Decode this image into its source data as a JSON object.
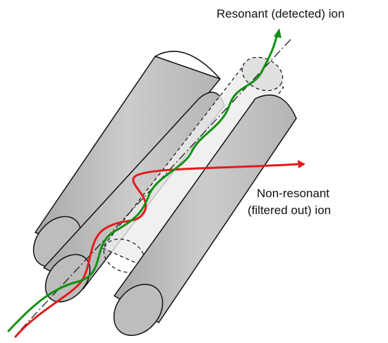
{
  "labels": {
    "resonant_ion": "Resonant (detected) ion",
    "non_resonant_line1": "Non-resonant",
    "non_resonant_line2": "(filtered out) ion"
  },
  "colors": {
    "rod_fill": "#c4c4c4",
    "rod_cap_fill": "#bdbdbd",
    "rod_stroke": "#111111",
    "resonant_trajectory": "#119111",
    "non_resonant_trajectory": "#e41b1b",
    "axis_line": "#111111",
    "ghost_rod_fill": "#e8e8e8"
  },
  "icons": {
    "resonant_arrowhead": "arrowhead-icon",
    "non_resonant_arrowhead": "arrowhead-icon"
  }
}
